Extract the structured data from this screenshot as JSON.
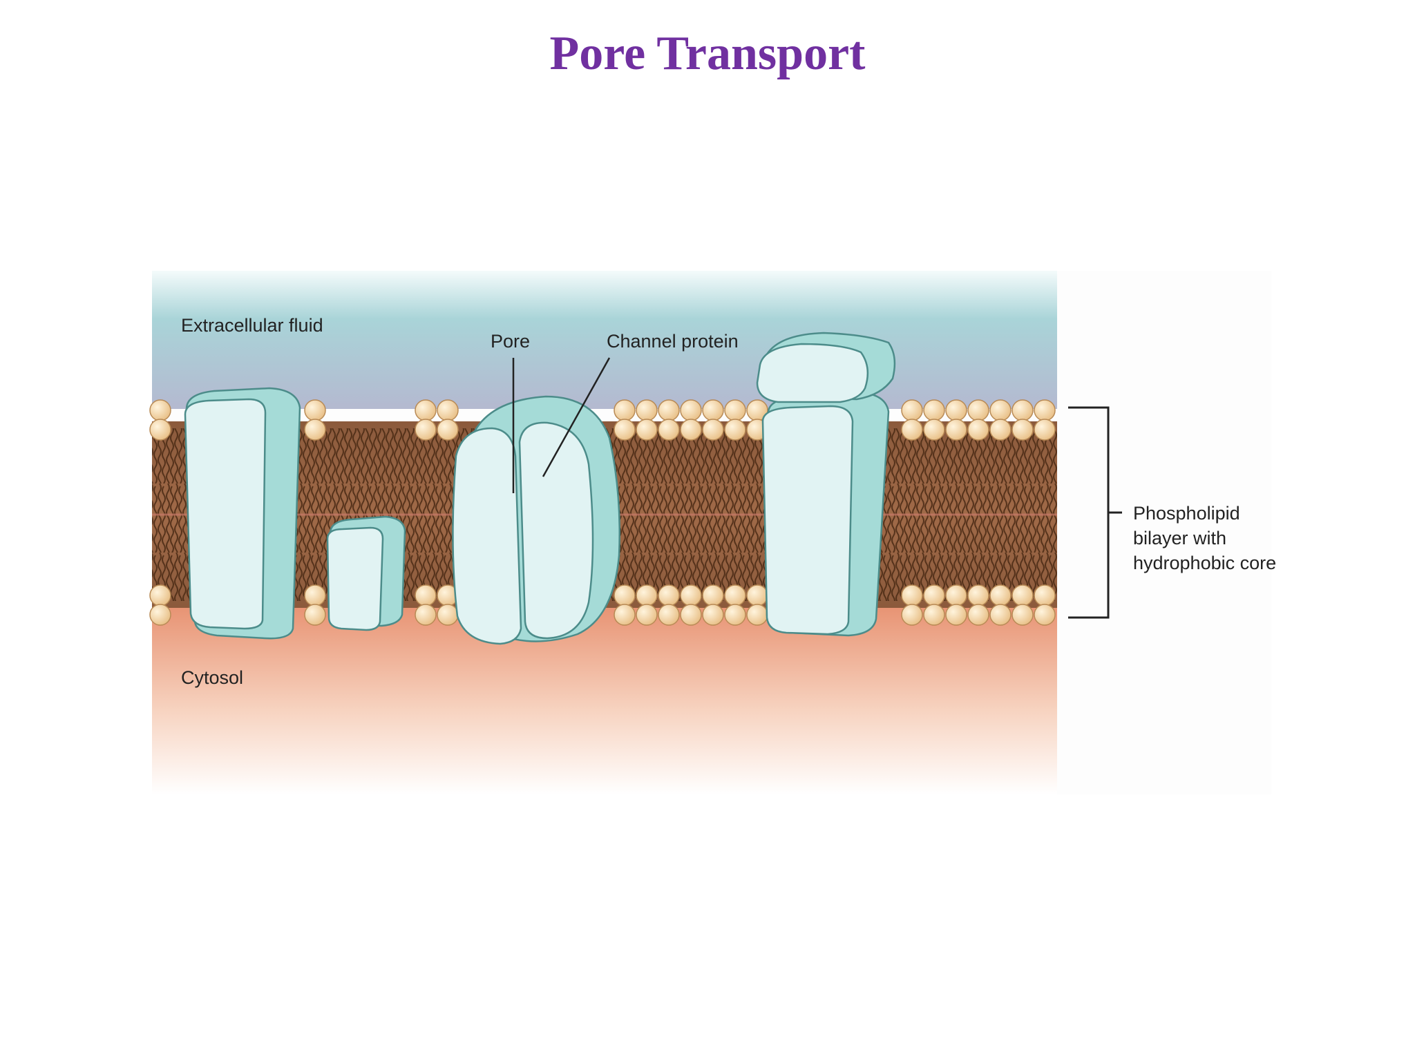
{
  "slide": {
    "title": "Pore Transport"
  },
  "diagram": {
    "regions": {
      "extracellular": "Extracellular fluid",
      "cytosol": "Cytosol"
    },
    "labels": {
      "pore": "Pore",
      "channel_protein": "Channel protein",
      "bilayer_line1": "Phospholipid",
      "bilayer_line2": "bilayer with",
      "bilayer_line3": "hydrophobic core"
    }
  },
  "colors": {
    "title": "#7030a0",
    "extracellular_top": "#a9d4d8",
    "extracellular_bottom": "#b4b9d0",
    "cytosol_top": "#e89474",
    "protein_fill": "#d9eff0",
    "protein_edge": "#9fd6d3",
    "lipid_head": "#f2d6a4",
    "lipid_core": "#8b5a3c"
  },
  "icons": {
    "proteins": "transmembrane-protein-icon",
    "heads": "phospholipid-head-icon"
  }
}
